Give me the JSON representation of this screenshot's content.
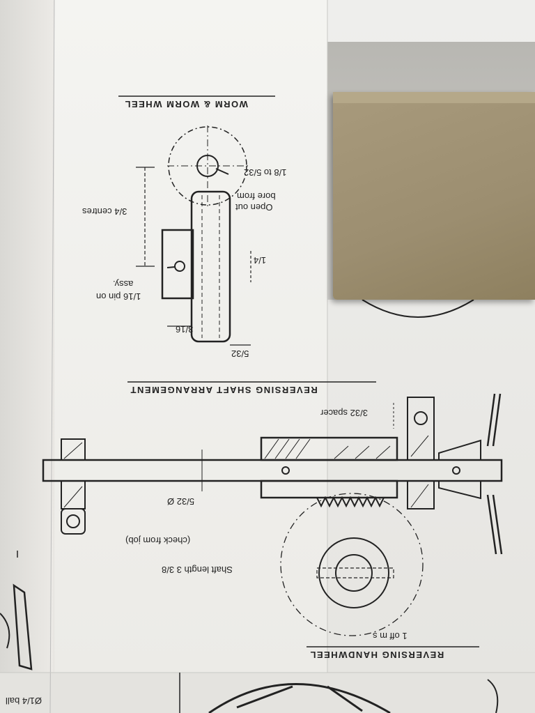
{
  "drawing": {
    "worm_section": {
      "title": "WORM & WORM WHEEL",
      "note_bore_l1": "Open out",
      "note_bore_l2": "bore from",
      "note_bore_l3": "1/8 to 5/32",
      "note_pin_l1": "1/16 pin on",
      "note_pin_l2": "assy.",
      "dim_centres": "3/4 centres",
      "dim_quarter": "1/4",
      "dim_three_sixteenths": "3/16",
      "dim_five_thirtyseconds": "5/32"
    },
    "reversing_shaft": {
      "title": "REVERSING SHAFT ARRANGEMENT",
      "spacer": "3/32 spacer",
      "diameter": "5/32 Ø",
      "shaft_length": "Shaft length 3 3/8",
      "check": "(check from job)"
    },
    "handwheel": {
      "title": "REVERSING HANDWHEEL",
      "qty": "1 off m s"
    },
    "bottom_left": {
      "ball": "Ø1/4 ball"
    }
  },
  "colors": {
    "ink": "#222222",
    "paper": "#f2f2ef",
    "box": "#9c8e70"
  }
}
